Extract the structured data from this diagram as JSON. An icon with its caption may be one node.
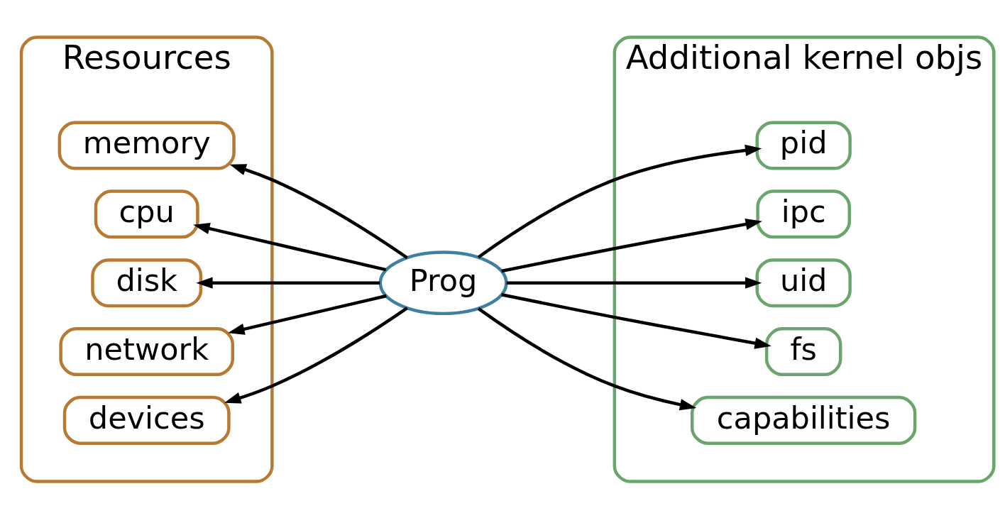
{
  "diagram": {
    "nodes": [
      {
        "text": [
          "Resources"
        ]
      },
      {
        "text": [
          "memory"
        ],
        "in": 0
      },
      {
        "text": [
          "cpu"
        ],
        "in": 0
      },
      {
        "text": [
          "disk"
        ],
        "in": 0
      },
      {
        "text": [
          "network"
        ],
        "in": 0
      },
      {
        "text": [
          "devices"
        ],
        "in": 0
      },
      {
        "text": [
          "Prog"
        ]
      },
      {
        "text": [
          "Additional kernel objs"
        ]
      },
      {
        "text": [
          "pid"
        ],
        "in": 7
      },
      {
        "text": [
          "ipc"
        ],
        "in": 7
      },
      {
        "text": [
          "uid"
        ],
        "in": 7
      },
      {
        "text": [
          "fs"
        ],
        "in": 7
      },
      {
        "text": [
          "capabilities"
        ],
        "in": 7
      }
    ],
    "edges": [
      {
        "from": 6,
        "to": 1,
        "arrow": "to"
      },
      {
        "from": 6,
        "to": 2,
        "arrow": "to"
      },
      {
        "from": 6,
        "to": 3,
        "arrow": "to"
      },
      {
        "from": 6,
        "to": 4,
        "arrow": "to"
      },
      {
        "from": 6,
        "to": 5,
        "arrow": "to"
      },
      {
        "from": 6,
        "to": 8,
        "arrow": "to"
      },
      {
        "from": 6,
        "to": 9,
        "arrow": "to"
      },
      {
        "from": 6,
        "to": 10,
        "arrow": "to"
      },
      {
        "from": 6,
        "to": 11,
        "arrow": "to"
      },
      {
        "from": 6,
        "to": 12,
        "arrow": "to"
      }
    ]
  }
}
